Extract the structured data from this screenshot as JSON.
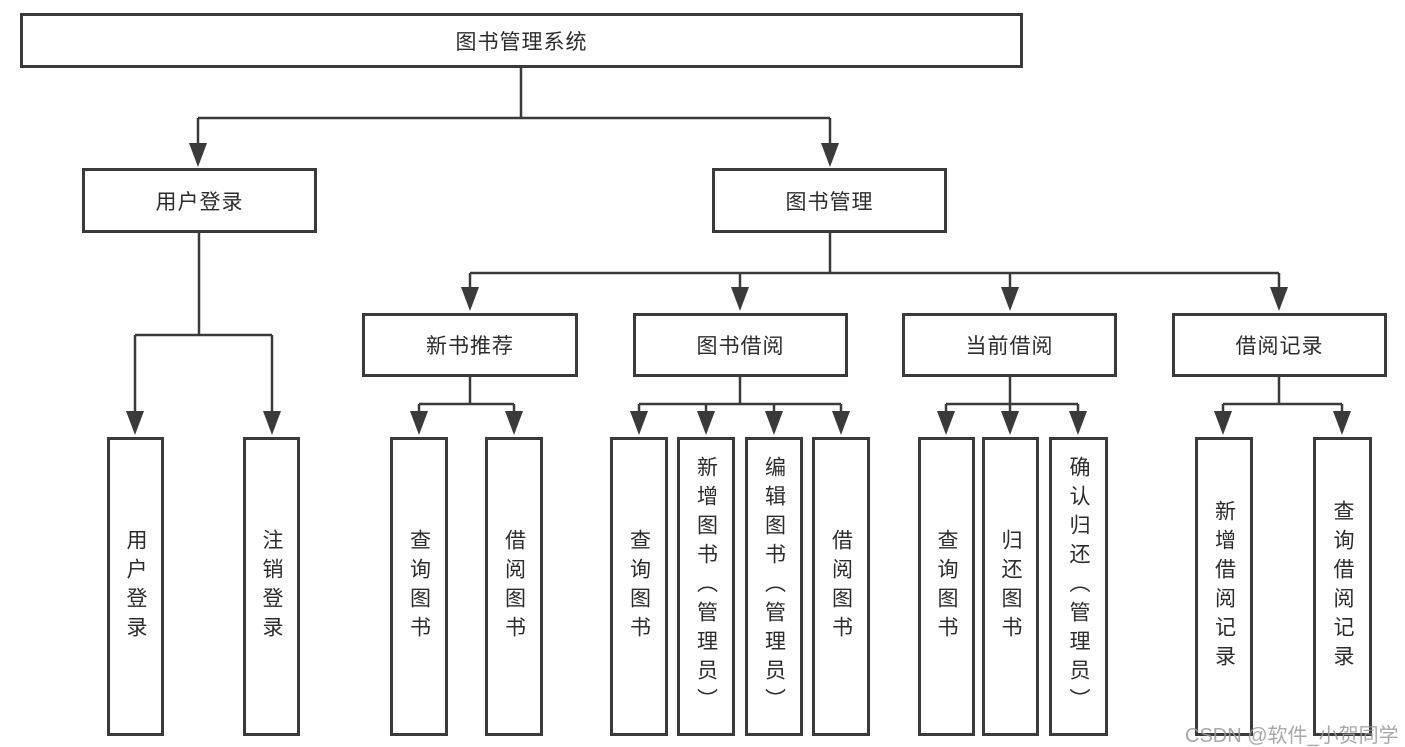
{
  "diagram": {
    "root": {
      "label": "图书管理系统"
    },
    "branches": {
      "user_login": {
        "label": "用户登录",
        "children": [
          "用户登录",
          "注销登录"
        ]
      },
      "book_management": {
        "label": "图书管理",
        "children": {
          "new_book_recommend": {
            "label": "新书推荐",
            "children": [
              "查询图书",
              "借阅图书"
            ]
          },
          "book_borrow": {
            "label": "图书借阅",
            "children": [
              "查询图书",
              "新增图书（管理员）",
              "编辑图书（管理员）",
              "借阅图书"
            ]
          },
          "current_borrow": {
            "label": "当前借阅",
            "children": [
              "查询图书",
              "归还图书",
              "确认归还（管理员）"
            ]
          },
          "borrow_records": {
            "label": "借阅记录",
            "children": [
              "新增借阅记录",
              "查询借阅记录"
            ]
          }
        }
      }
    }
  },
  "watermark": {
    "text": "CSDN @软件_小贺同学"
  },
  "colors": {
    "line": "#3a3a3a",
    "text": "#2c2c2c",
    "watermark": "#9a9a9a",
    "background": "#ffffff"
  }
}
